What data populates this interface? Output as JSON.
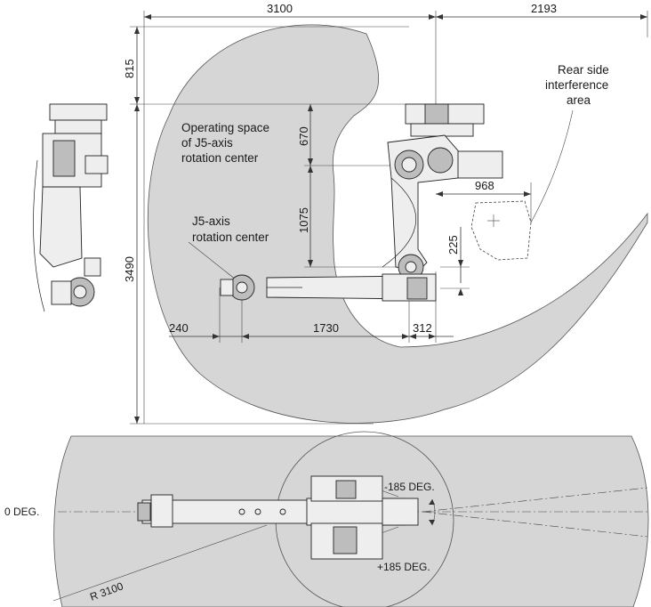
{
  "dimensions": {
    "top_left_width": "3100",
    "top_right_width": "2193",
    "height_above_base": "815",
    "total_height": "3490",
    "j5_upper": "670",
    "j5_lower": "1075",
    "interference_offset": "968",
    "interference_height": "225",
    "wrist_offset": "240",
    "arm_length": "1730",
    "base_offset": "312"
  },
  "labels": {
    "operating_space_line1": "Operating space",
    "operating_space_line2": "of J5-axis",
    "operating_space_line3": "rotation center",
    "j5_center_line1": "J5-axis",
    "j5_center_line2": "rotation center",
    "rear_line1": "Rear side",
    "rear_line2": "interference",
    "rear_line3": "area"
  },
  "plan_view": {
    "zero_deg": "0 DEG.",
    "minus_deg": "-185 DEG.",
    "plus_deg": "+185 DEG.",
    "radius": "R 3100"
  },
  "colors": {
    "operating_zone": "#d6d6d6",
    "outline": "#222222",
    "robot_fill": "#eeeeee"
  }
}
